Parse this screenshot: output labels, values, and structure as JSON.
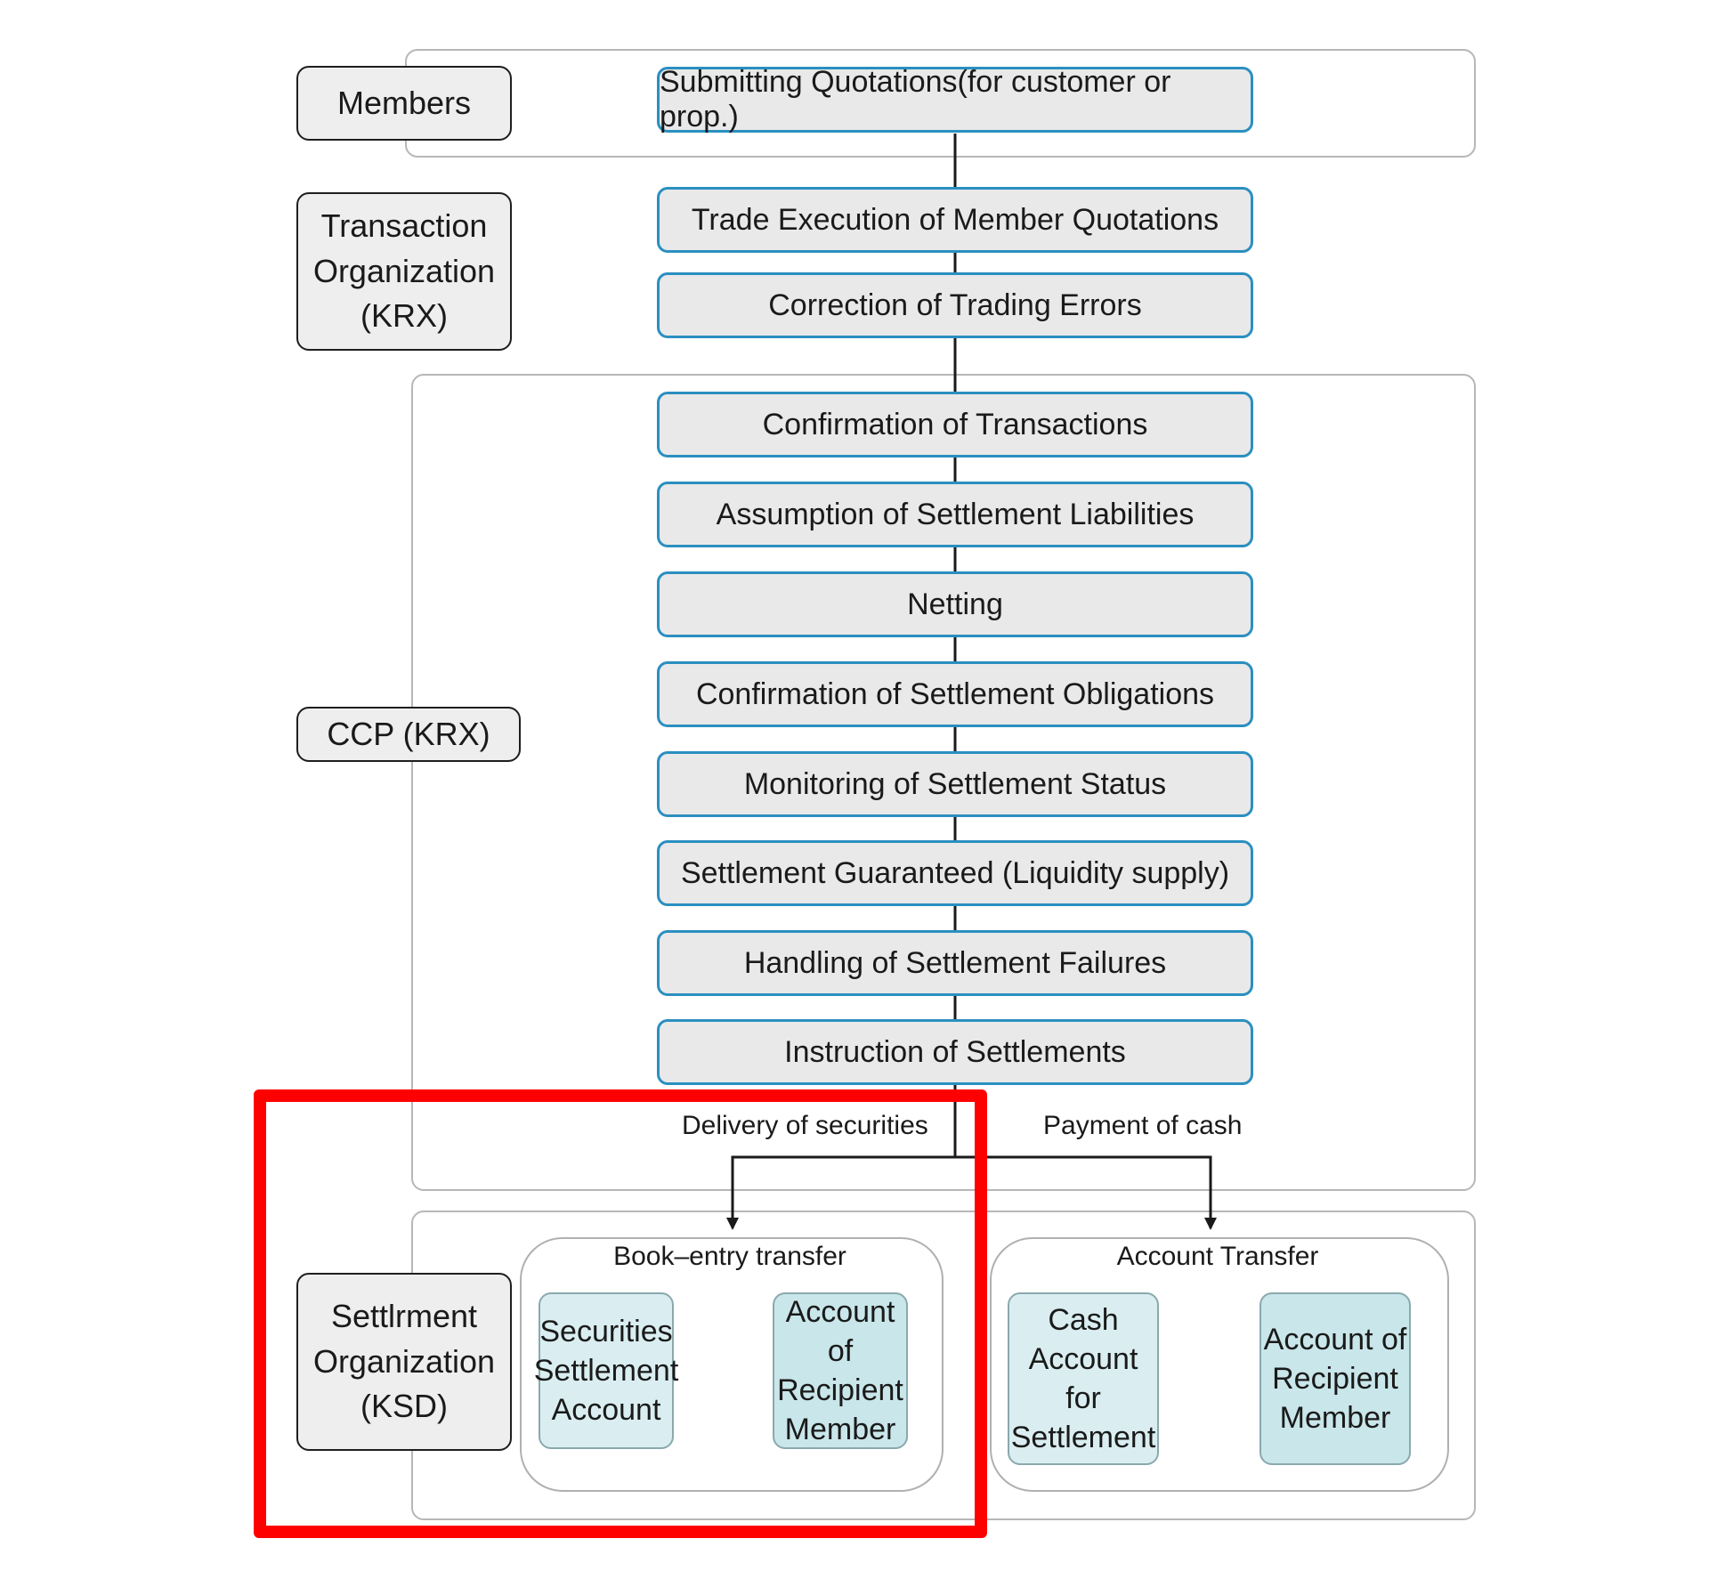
{
  "orgs": {
    "members": "Members",
    "transaction": "Transaction\nOrganization\n(KRX)",
    "ccp": "CCP (KRX)",
    "settlement": "Settlrment\nOrganization\n(KSD)"
  },
  "steps": [
    "Submitting Quotations(for customer or prop.)",
    "Trade Execution of Member Quotations",
    "Correction of Trading Errors",
    "Confirmation of Transactions",
    "Assumption of Settlement Liabilities",
    "Netting",
    "Confirmation of Settlement Obligations",
    "Monitoring of Settlement Status",
    "Settlement Guaranteed (Liquidity supply)",
    "Handling of Settlement Failures",
    "Instruction of Settlements"
  ],
  "flows": {
    "delivery": "Delivery of securities",
    "payment": "Payment of cash"
  },
  "book_entry": {
    "title": "Book–entry transfer",
    "source": "Securities\nSettlement\nAccount",
    "target": "Account of\nRecipient\nMember"
  },
  "account_transfer": {
    "title": "Account Transfer",
    "source": "Cash\nAccount for\nSettlement",
    "target": "Account of\nRecipient\nMember"
  },
  "colors": {
    "step_border": "#2b8fc0",
    "highlight": "#ff0000",
    "account_fill": "#daeef1"
  }
}
